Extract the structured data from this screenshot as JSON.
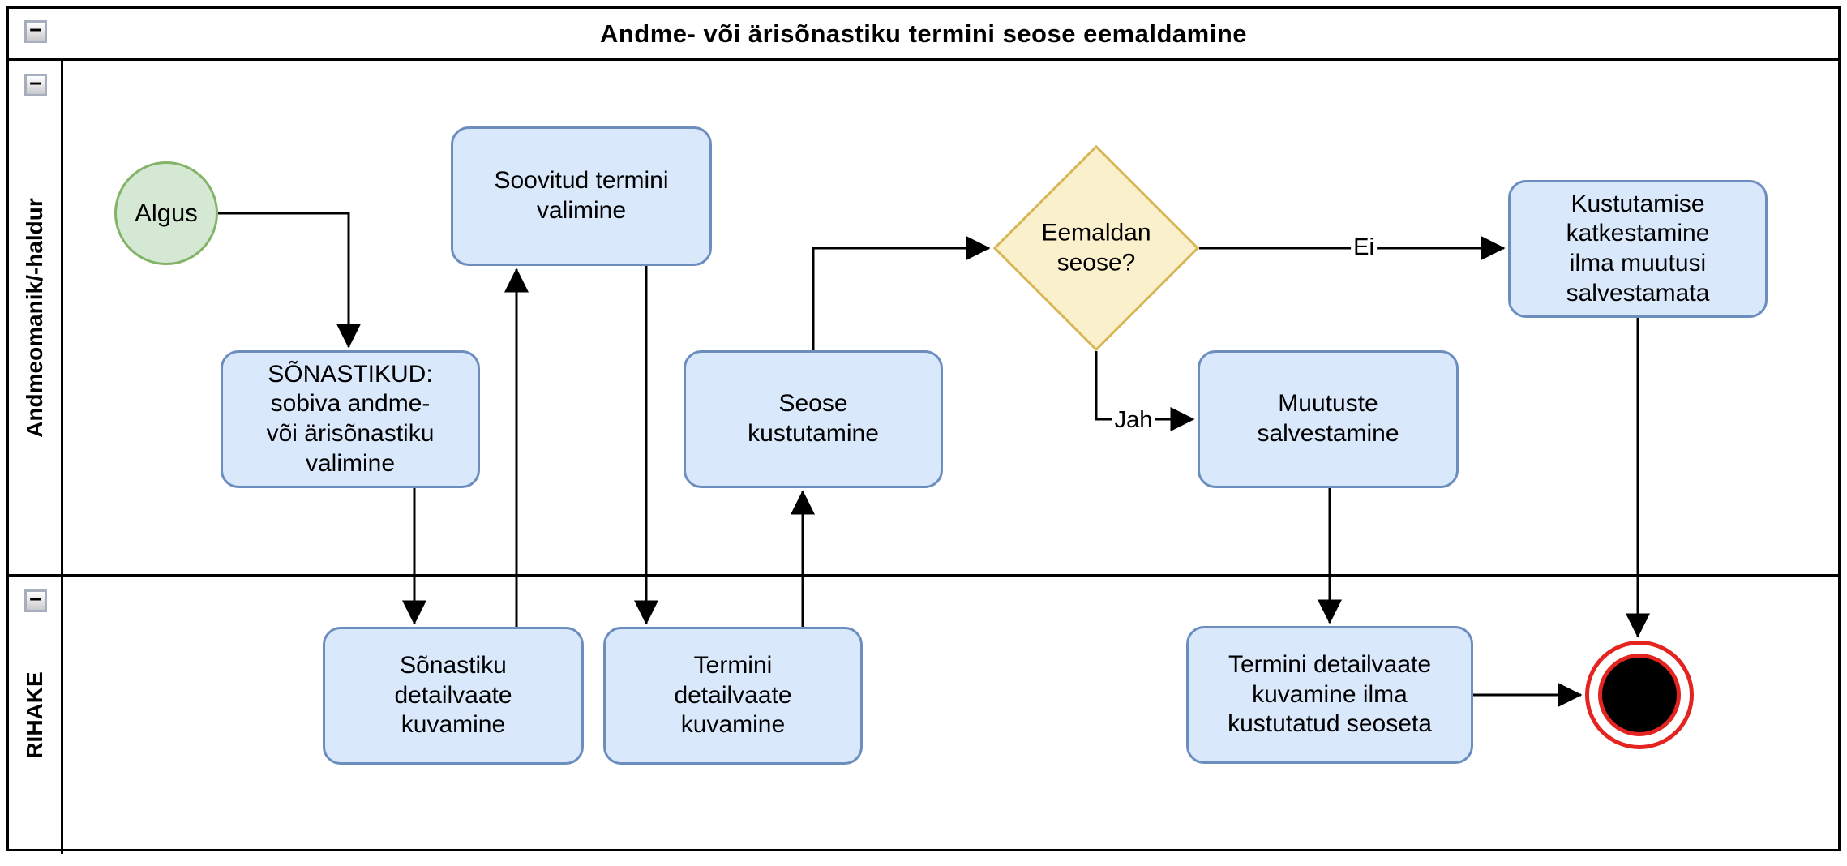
{
  "pool": {
    "title": "Andme- või ärisõnastiku termini seose eemaldamine",
    "collapse_glyph": "−"
  },
  "lanes": [
    {
      "label": "Andmeomanik/-haldur",
      "collapse_glyph": "−"
    },
    {
      "label": "RIHAKE",
      "collapse_glyph": "−"
    }
  ],
  "nodes": {
    "start": {
      "type": "start-event",
      "label": "Algus"
    },
    "select_glossary": {
      "type": "task",
      "label": "SÕNASTIKUD:\nsobiva andme-\nvõi ärisõnastiku\nvalimine"
    },
    "select_term": {
      "type": "task",
      "label": "Soovitud termini\nvalimine"
    },
    "delete_relation": {
      "type": "task",
      "label": "Seose\nkustutamine"
    },
    "gateway": {
      "type": "decision",
      "label": "Eemaldan\nseose?"
    },
    "cancel_delete": {
      "type": "task",
      "label": "Kustutamise\nkatkestamine\nilma muutusi\nsalvestamata"
    },
    "save_changes": {
      "type": "task",
      "label": "Muutuste\nsalvestamine"
    },
    "glossary_detail": {
      "type": "task",
      "label": "Sõnastiku\ndetailvaate\nkuvamine"
    },
    "term_detail": {
      "type": "task",
      "label": "Termini\ndetailvaate\nkuvamine"
    },
    "term_detail_without": {
      "type": "task",
      "label": "Termini detailvaate\nkuvamine ilma\nkustutatud seoseta"
    },
    "end": {
      "type": "end-event"
    }
  },
  "edge_labels": {
    "no": "Ei",
    "yes": "Jah"
  },
  "colors": {
    "task_fill": "#dae8fc",
    "task_border": "#6c8ebf",
    "start_fill": "#d5e8d4",
    "start_border": "#82b366",
    "gateway_fill": "#faf0cc",
    "gateway_border": "#d6b656",
    "end_color": "#e32421",
    "line": "#000000"
  }
}
